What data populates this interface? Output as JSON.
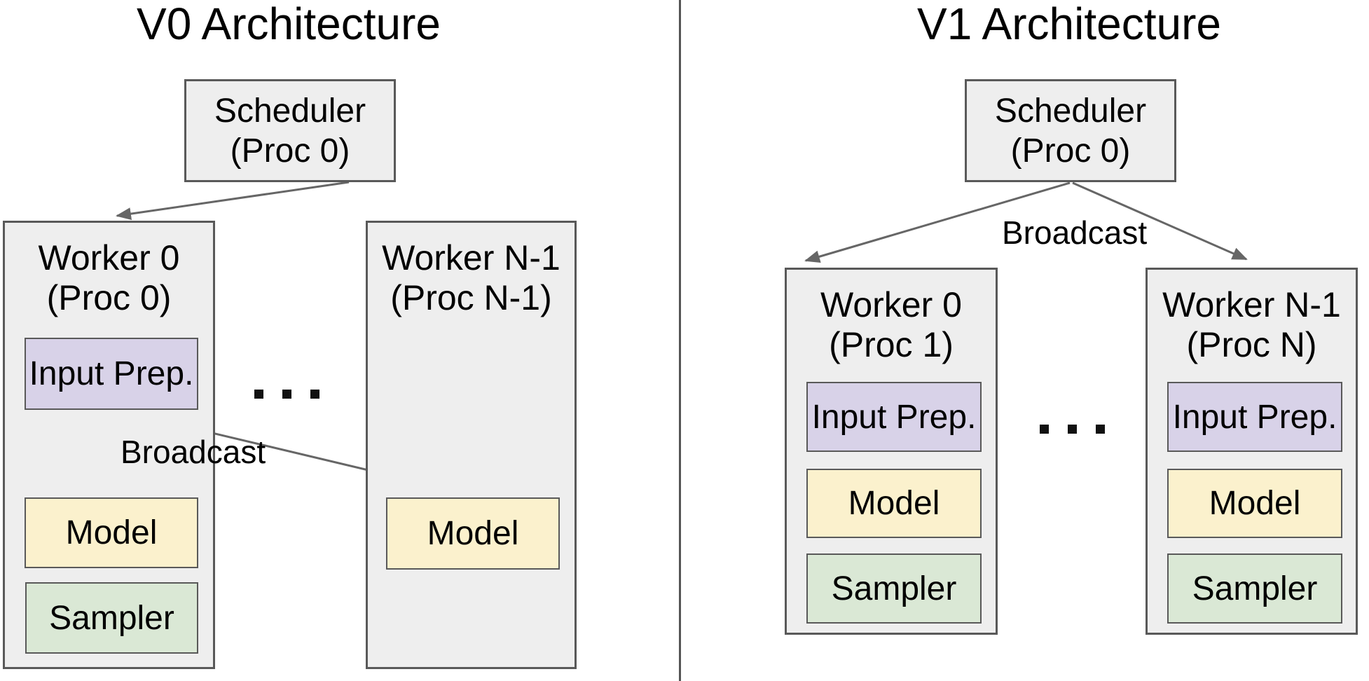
{
  "colors": {
    "box_fill_gray": "#eeeeee",
    "box_border": "#595959",
    "input_prep_fill": "#d8d2e8",
    "model_fill": "#fbf1cd",
    "sampler_fill": "#dae8d5",
    "arrow": "#666666",
    "divider": "#555555",
    "text": "#000000"
  },
  "v0": {
    "title": "V0 Architecture",
    "scheduler": {
      "line1": "Scheduler",
      "line2": "(Proc 0)"
    },
    "broadcast_label": "Broadcast",
    "worker0": {
      "title_line1": "Worker 0",
      "title_line2": "(Proc 0)",
      "input_prep_label": "Input Prep.",
      "model_label": "Model",
      "sampler_label": "Sampler"
    },
    "workerN": {
      "title_line1": "Worker N-1",
      "title_line2": "(Proc N-1)",
      "model_label": "Model"
    }
  },
  "v1": {
    "title": "V1 Architecture",
    "scheduler": {
      "line1": "Scheduler",
      "line2": "(Proc 0)"
    },
    "broadcast_label": "Broadcast",
    "worker0": {
      "title_line1": "Worker 0",
      "title_line2": "(Proc 1)",
      "input_prep_label": "Input Prep.",
      "model_label": "Model",
      "sampler_label": "Sampler"
    },
    "workerN": {
      "title_line1": "Worker N-1",
      "title_line2": "(Proc N)",
      "input_prep_label": "Input Prep.",
      "model_label": "Model",
      "sampler_label": "Sampler"
    }
  }
}
